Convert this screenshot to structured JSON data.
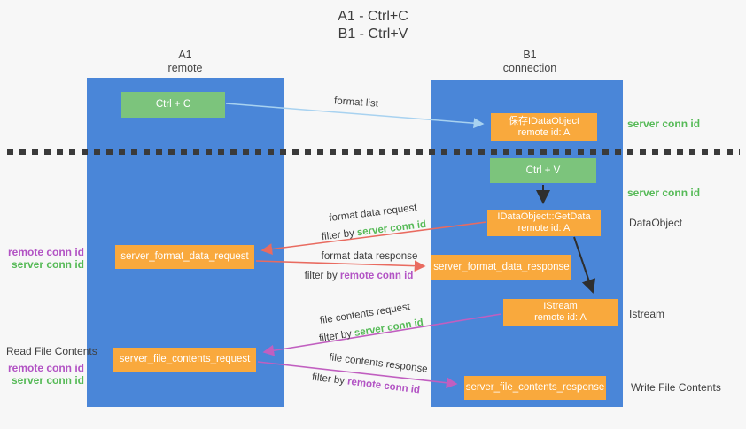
{
  "title": {
    "line1": "A1 - Ctrl+C",
    "line2": "B1 - Ctrl+V"
  },
  "lanes": {
    "a1": {
      "name": "A1",
      "role": "remote"
    },
    "b1": {
      "name": "B1",
      "role": "connection"
    }
  },
  "nodes": {
    "ctrl_c": {
      "label": "Ctrl + C"
    },
    "save_idataobject": {
      "line1": "保存IDataObject",
      "line2": "remote id: A"
    },
    "ctrl_v": {
      "label": "Ctrl + V"
    },
    "getdata": {
      "line1": "IDataObject::GetData",
      "line2": "remote id: A"
    },
    "format_request": {
      "label": "server_format_data_request"
    },
    "format_response": {
      "label": "server_format_data_response"
    },
    "istream": {
      "line1": "IStream",
      "line2": "remote id: A"
    },
    "file_request": {
      "label": "server_file_contents_request"
    },
    "file_response": {
      "label": "server_file_contents_response"
    }
  },
  "flow_labels": {
    "format_list": "format list",
    "format_data_request": "format data request",
    "format_data_response": "format data response",
    "file_contents_request": "file contents request",
    "file_contents_response": "file contents response",
    "filter_by": "filter by",
    "server_conn_id": "server conn id",
    "remote_conn_id": "remote conn id"
  },
  "annotations": {
    "right": {
      "server_conn_id_top": "server conn id",
      "server_conn_id_mid": "server conn id",
      "dataobject": "DataObject",
      "istream": "Istream",
      "write_file_contents": "Write File Contents"
    },
    "left": {
      "remote_conn_id_top": "remote conn id",
      "server_conn_id_top": "server conn id",
      "read_file_contents": "Read File Contents",
      "remote_conn_id_bottom": "remote conn id",
      "server_conn_id_bottom": "server conn id"
    }
  },
  "colors": {
    "panel_blue": "#4a86d8",
    "box_green": "#7cc47c",
    "box_orange": "#f9a93d",
    "text_green": "#56ba57",
    "text_purple": "#b253c4",
    "arrow_red": "#e96b60",
    "arrow_magenta": "#c15fc0",
    "arrow_light_blue": "#a8d2f0",
    "arrow_black": "#2e2e2e",
    "background": "#f7f7f7"
  }
}
